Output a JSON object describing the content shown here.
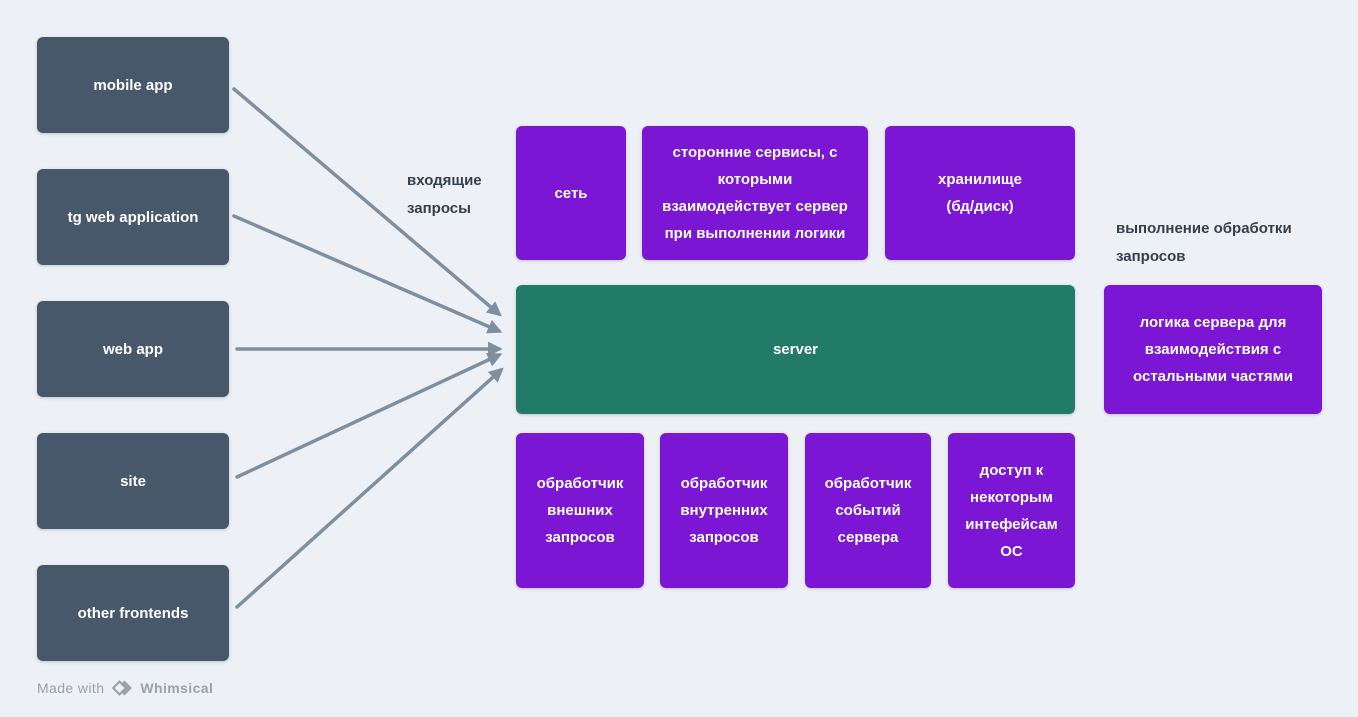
{
  "colors": {
    "background": "#edf1f5",
    "frontend_box": "#47586b",
    "component_box": "#7b16d4",
    "server_box": "#227a69",
    "arrow": "#7e90a0",
    "label_text": "#333f4d",
    "footer_text": "#97a2ae"
  },
  "frontends": [
    {
      "label": "mobile app"
    },
    {
      "label": "tg web application"
    },
    {
      "label": "web app"
    },
    {
      "label": "site"
    },
    {
      "label": "other frontends"
    }
  ],
  "labels": {
    "incoming": "входящие\nзапросы",
    "processing": "выполнение обработки\nзапросов"
  },
  "top_row": [
    {
      "label": "сеть"
    },
    {
      "label": "сторонние сервисы, с\nкоторыми\nвзаимодействует сервер\nпри выполнении логики"
    },
    {
      "label": "хранилище\n(бд/диск)"
    }
  ],
  "server": {
    "label": "server"
  },
  "bottom_row": [
    {
      "label": "обработчик\nвнешних\nзапросов"
    },
    {
      "label": "обработчик\nвнутренних\nзапросов"
    },
    {
      "label": "обработчик\nсобытий\nсервера"
    },
    {
      "label": "доступ к\nнекоторым\nинтефейсам\nОС"
    }
  ],
  "right_box": {
    "label": "логика сервера для\nвзаимодействия с\nостальными частями"
  },
  "footer": {
    "made_with": "Made with",
    "brand": "Whimsical",
    "logo": "whimsical-diamonds-icon"
  }
}
